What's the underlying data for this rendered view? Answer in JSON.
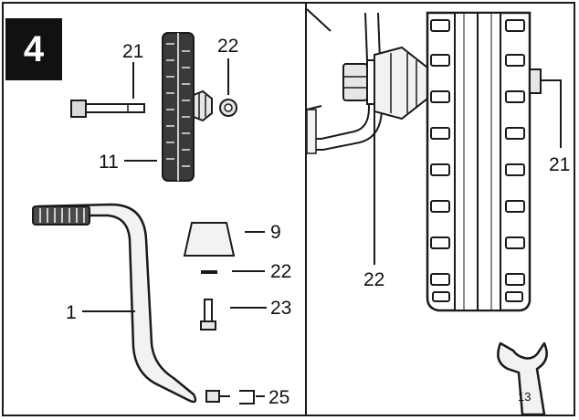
{
  "step": {
    "number": "4"
  },
  "left_panel": {
    "callouts": {
      "bolt": "21",
      "washer_top": "22",
      "wheel": "11",
      "cap": "9",
      "washer_small": "22",
      "pin": "23",
      "handle": "1",
      "clip": "25"
    }
  },
  "right_panel": {
    "callouts": {
      "bolt": "21",
      "washer": "22"
    },
    "wrench_size": "13"
  },
  "colors": {
    "line": "#1a1a1a",
    "part_fill": "#d9d9d9",
    "tire_dark": "#3a3a3a",
    "badge": "#111111"
  }
}
